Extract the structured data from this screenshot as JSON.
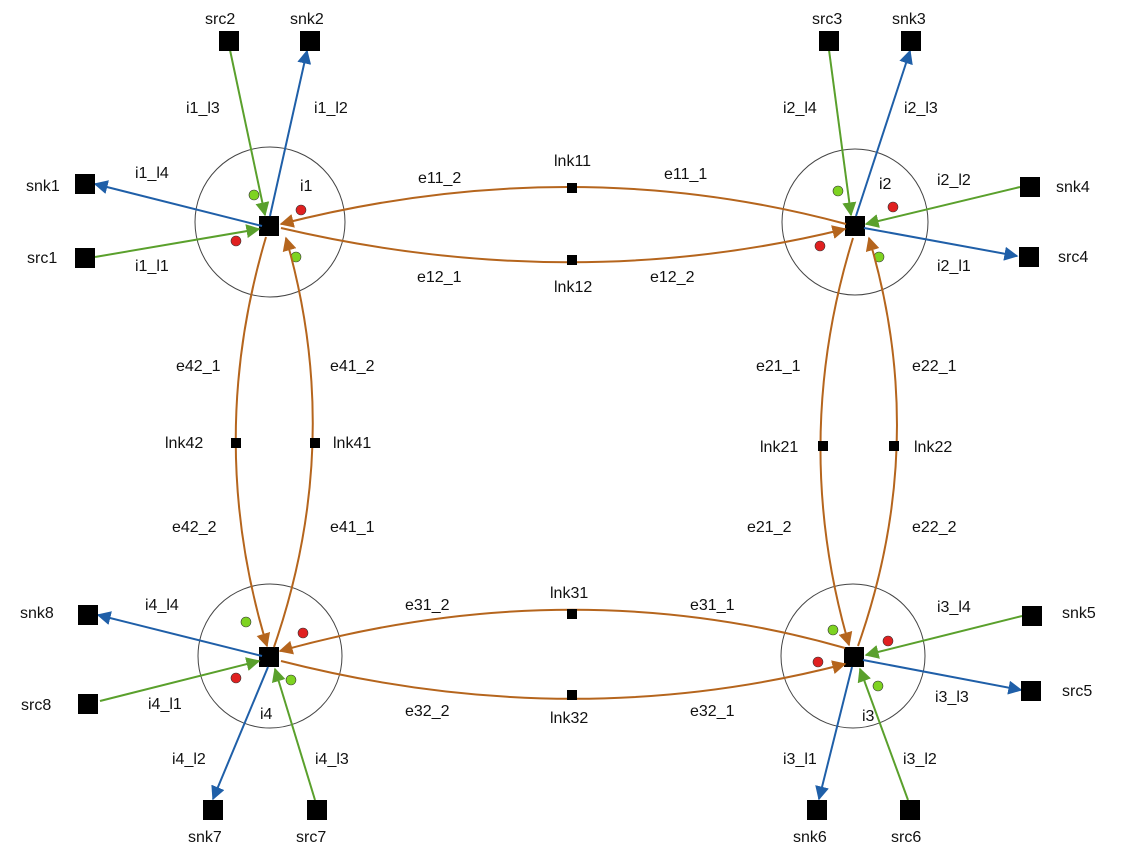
{
  "colors": {
    "internal": "#b5651d",
    "outgoing": "#1f5fa8",
    "incoming": "#5aa02c",
    "dot_green": "#7ed321",
    "dot_red": "#e02020",
    "node": "#000000",
    "circle": "#444444"
  },
  "intersections": [
    {
      "id": "i1",
      "label": "i1"
    },
    {
      "id": "i2",
      "label": "i2"
    },
    {
      "id": "i3",
      "label": "i3"
    },
    {
      "id": "i4",
      "label": "i4"
    }
  ],
  "links": [
    {
      "id": "lnk11",
      "label": "lnk11"
    },
    {
      "id": "lnk12",
      "label": "lnk12"
    },
    {
      "id": "lnk21",
      "label": "lnk21"
    },
    {
      "id": "lnk22",
      "label": "lnk22"
    },
    {
      "id": "lnk31",
      "label": "lnk31"
    },
    {
      "id": "lnk32",
      "label": "lnk32"
    },
    {
      "id": "lnk41",
      "label": "lnk41"
    },
    {
      "id": "lnk42",
      "label": "lnk42"
    }
  ],
  "edges": [
    {
      "id": "e11_1",
      "label": "e11_1"
    },
    {
      "id": "e11_2",
      "label": "e11_2"
    },
    {
      "id": "e12_1",
      "label": "e12_1"
    },
    {
      "id": "e12_2",
      "label": "e12_2"
    },
    {
      "id": "e21_1",
      "label": "e21_1"
    },
    {
      "id": "e21_2",
      "label": "e21_2"
    },
    {
      "id": "e22_1",
      "label": "e22_1"
    },
    {
      "id": "e22_2",
      "label": "e22_2"
    },
    {
      "id": "e31_1",
      "label": "e31_1"
    },
    {
      "id": "e31_2",
      "label": "e31_2"
    },
    {
      "id": "e32_1",
      "label": "e32_1"
    },
    {
      "id": "e32_2",
      "label": "e32_2"
    },
    {
      "id": "e41_1",
      "label": "e41_1"
    },
    {
      "id": "e41_2",
      "label": "e41_2"
    },
    {
      "id": "e42_1",
      "label": "e42_1"
    },
    {
      "id": "e42_2",
      "label": "e42_2"
    }
  ],
  "terminals": [
    {
      "id": "src1",
      "label": "src1"
    },
    {
      "id": "snk1",
      "label": "snk1"
    },
    {
      "id": "src2",
      "label": "src2"
    },
    {
      "id": "snk2",
      "label": "snk2"
    },
    {
      "id": "src3",
      "label": "src3"
    },
    {
      "id": "snk3",
      "label": "snk3"
    },
    {
      "id": "snk4",
      "label": "snk4"
    },
    {
      "id": "src4",
      "label": "src4"
    },
    {
      "id": "snk5",
      "label": "snk5"
    },
    {
      "id": "src5",
      "label": "src5"
    },
    {
      "id": "snk6",
      "label": "snk6"
    },
    {
      "id": "src6",
      "label": "src6"
    },
    {
      "id": "snk7",
      "label": "snk7"
    },
    {
      "id": "src7",
      "label": "src7"
    },
    {
      "id": "snk8",
      "label": "snk8"
    },
    {
      "id": "src8",
      "label": "src8"
    }
  ],
  "lanes": [
    {
      "id": "i1_l1",
      "label": "i1_l1"
    },
    {
      "id": "i1_l2",
      "label": "i1_l2"
    },
    {
      "id": "i1_l3",
      "label": "i1_l3"
    },
    {
      "id": "i1_l4",
      "label": "i1_l4"
    },
    {
      "id": "i2_l1",
      "label": "i2_l1"
    },
    {
      "id": "i2_l2",
      "label": "i2_l2"
    },
    {
      "id": "i2_l3",
      "label": "i2_l3"
    },
    {
      "id": "i2_l4",
      "label": "i2_l4"
    },
    {
      "id": "i3_l1",
      "label": "i3_l1"
    },
    {
      "id": "i3_l2",
      "label": "i3_l2"
    },
    {
      "id": "i3_l3",
      "label": "i3_l3"
    },
    {
      "id": "i3_l4",
      "label": "i3_l4"
    },
    {
      "id": "i4_l1",
      "label": "i4_l1"
    },
    {
      "id": "i4_l2",
      "label": "i4_l2"
    },
    {
      "id": "i4_l3",
      "label": "i4_l3"
    },
    {
      "id": "i4_l4",
      "label": "i4_l4"
    }
  ]
}
